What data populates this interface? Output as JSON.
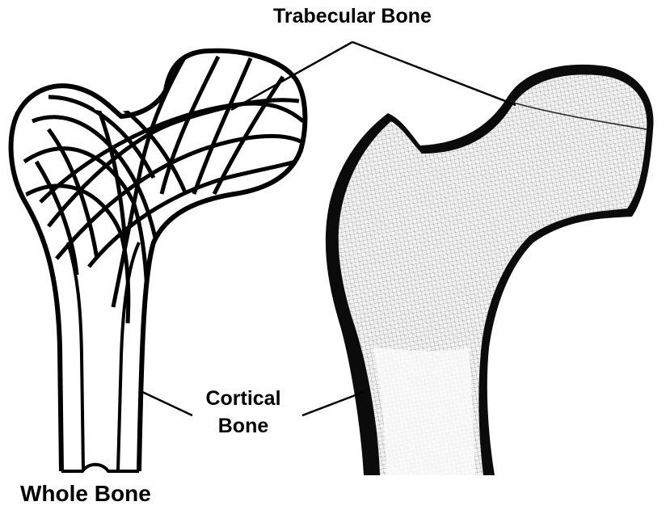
{
  "labels": {
    "trabecular": "Trabecular Bone",
    "cortical_line1": "Cortical",
    "cortical_line2": "Bone",
    "whole": "Whole Bone"
  },
  "colors": {
    "ink": "#000000",
    "background": "#ffffff",
    "trabecular_fill": "#f2f2f2",
    "cortical_fill": "#0b0b0b"
  },
  "icons": {
    "schematic": "femur-schematic-drawing",
    "photo": "femur-section-photograph"
  }
}
